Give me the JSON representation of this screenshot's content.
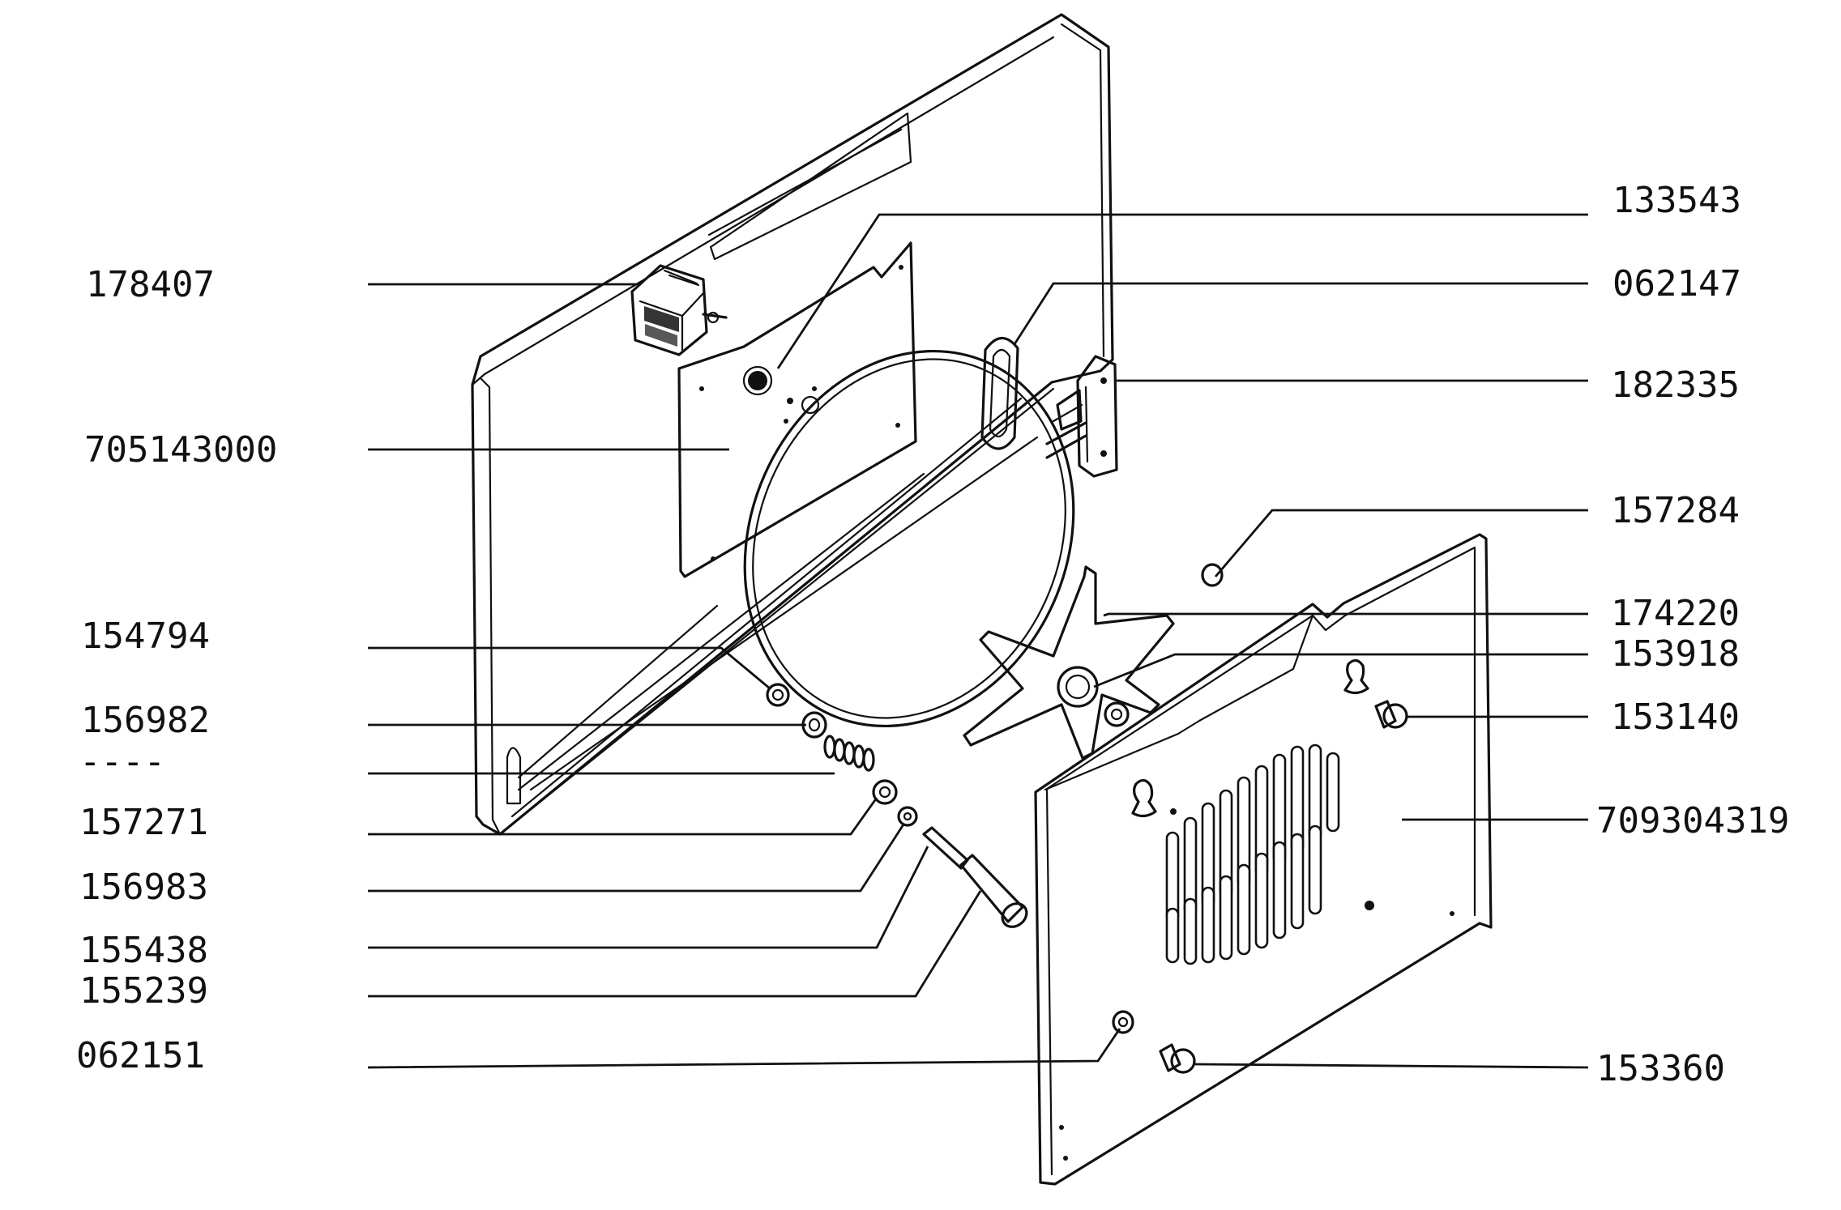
{
  "labels": {
    "l178407": "178407",
    "l705143000": "705143000",
    "l154794": "154794",
    "l156982": "156982",
    "ldash": "----",
    "l157271": "157271",
    "l156983": "156983",
    "l155438": "155438",
    "l155239": "155239",
    "l062151": "062151",
    "l133543": "133543",
    "l062147": "062147",
    "l182335": "182335",
    "l157284": "157284",
    "l174220": "174220",
    "l153918": "153918",
    "l153140": "153140",
    "l709304319": "709304319",
    "l153360": "153360"
  }
}
